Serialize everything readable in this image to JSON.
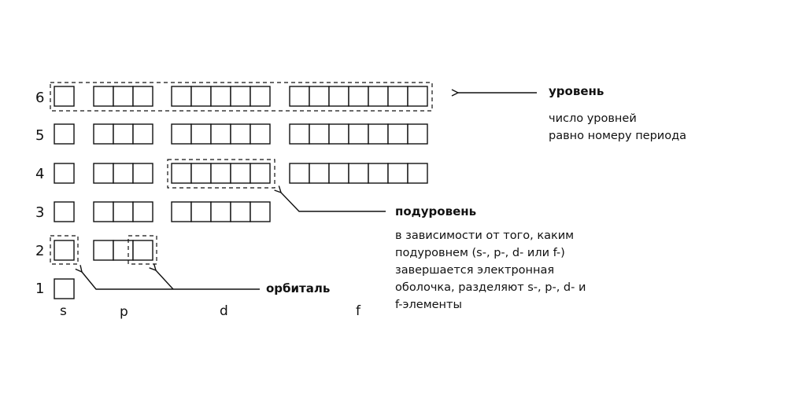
{
  "levels": [
    "1",
    "2",
    "3",
    "4",
    "5",
    "6"
  ],
  "sublevels": [
    "s",
    "p",
    "d",
    "f"
  ],
  "level_info": {
    "title": "уровень",
    "lines": [
      "число уровней",
      "равно номеру периода"
    ]
  },
  "sublevel_info": {
    "title": "подуровень",
    "lines": [
      "в зависимости от того, каким",
      "подуровнем (s-, p-, d- или f-)",
      "завершается электронная",
      "оболочка, разделяют s-, p-, d- и",
      "f-элементы"
    ]
  },
  "orbital_info": {
    "title": "орбиталь"
  }
}
